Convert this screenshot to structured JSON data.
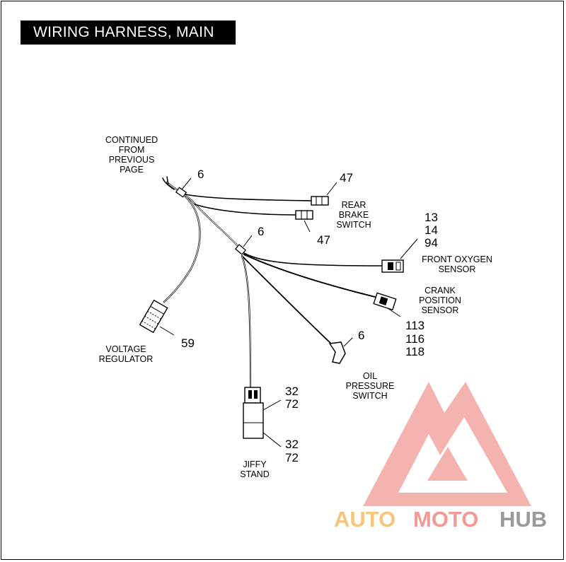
{
  "title": "WIRING HARNESS, MAIN",
  "labels": {
    "continued": [
      "CONTINUED",
      "FROM",
      "PREVIOUS",
      "PAGE"
    ],
    "rear_brake": [
      "REAR",
      "BRAKE",
      "SWITCH"
    ],
    "front_oxygen": [
      "FRONT OXYGEN",
      "SENSOR"
    ],
    "crank": [
      "CRANK",
      "POSITION",
      "SENSOR"
    ],
    "oil": [
      "OIL",
      "PRESSURE",
      "SWITCH"
    ],
    "voltage": [
      "VOLTAGE",
      "REGULATOR"
    ],
    "jiffy": [
      "JIFFY",
      "STAND"
    ]
  },
  "callouts": {
    "clip_top": "6",
    "clip_mid": "6",
    "rear_brake_top": "47",
    "rear_brake_bottom": "47",
    "oxygen": [
      "13",
      "14",
      "94"
    ],
    "crank": [
      "113",
      "116",
      "118"
    ],
    "oil": "6",
    "voltage": "59",
    "jiffy_top": [
      "32",
      "72"
    ],
    "jiffy_bottom": [
      "32",
      "72"
    ]
  },
  "watermark": {
    "auto": "AUTO",
    "moto": "MOTO",
    "hub": "HUB",
    "colors": {
      "auto": "#F6C47A",
      "moto": "#F29A95",
      "hub": "#9A9A9A",
      "logo": "#F4A6A2"
    }
  }
}
